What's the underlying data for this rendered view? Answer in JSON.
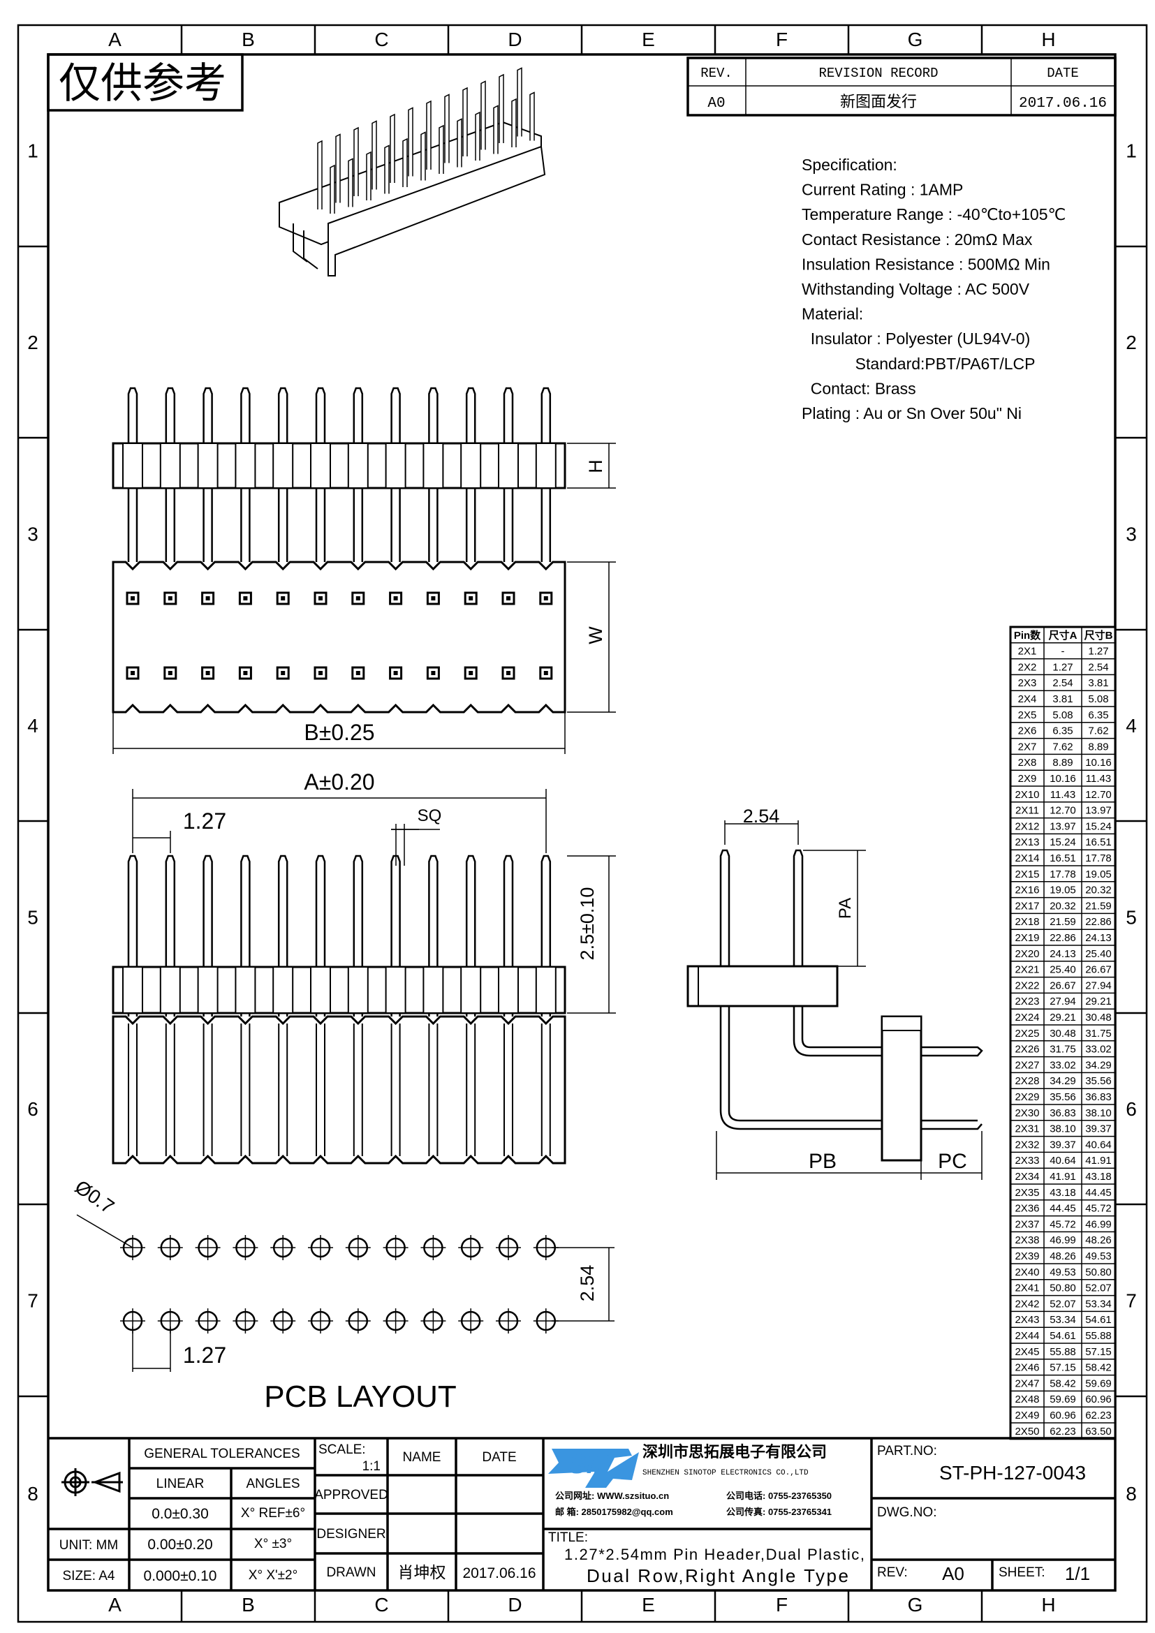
{
  "frame": {
    "columns": [
      "A",
      "B",
      "C",
      "D",
      "E",
      "F",
      "G",
      "H"
    ],
    "rows": [
      "1",
      "2",
      "3",
      "4",
      "5",
      "6",
      "7",
      "8"
    ]
  },
  "watermark": "仅供参考",
  "revision": {
    "headers": {
      "rev": "REV.",
      "record": "REVISION RECORD",
      "date": "DATE"
    },
    "row": {
      "rev": "A0",
      "record": "新图面发行",
      "date": "2017.06.16"
    }
  },
  "specification": [
    "Specification:",
    "Current Rating : 1AMP",
    "Temperature Range : -40℃to+105℃",
    "Contact Resistance : 20mΩ Max",
    "Insulation Resistance : 500MΩ Min",
    "Withstanding Voltage : AC 500V",
    "Material:",
    "  Insulator : Polyester (UL94V-0)",
    "            Standard:PBT/PA6T/LCP",
    "  Contact: Brass",
    "Plating : Au or Sn Over 50u\" Ni"
  ],
  "dimensions": {
    "h": "H",
    "w": "W",
    "b": "B±0.25",
    "a": "A±0.20",
    "pitch_top": "1.27",
    "sq": "SQ",
    "height": "2.5±0.10",
    "side_pitch": "2.54",
    "pa": "PA",
    "pb": "PB",
    "pc": "PC",
    "hole": "Ø0.7",
    "pcb_row": "2.54",
    "pcb_pitch": "1.27",
    "pcb_layout": "PCB LAYOUT"
  },
  "pin_table": {
    "headers": [
      "Pin数",
      "尺寸A",
      "尺寸B"
    ],
    "rows": [
      [
        "2X1",
        "-",
        "1.27"
      ],
      [
        "2X2",
        "1.27",
        "2.54"
      ],
      [
        "2X3",
        "2.54",
        "3.81"
      ],
      [
        "2X4",
        "3.81",
        "5.08"
      ],
      [
        "2X5",
        "5.08",
        "6.35"
      ],
      [
        "2X6",
        "6.35",
        "7.62"
      ],
      [
        "2X7",
        "7.62",
        "8.89"
      ],
      [
        "2X8",
        "8.89",
        "10.16"
      ],
      [
        "2X9",
        "10.16",
        "11.43"
      ],
      [
        "2X10",
        "11.43",
        "12.70"
      ],
      [
        "2X11",
        "12.70",
        "13.97"
      ],
      [
        "2X12",
        "13.97",
        "15.24"
      ],
      [
        "2X13",
        "15.24",
        "16.51"
      ],
      [
        "2X14",
        "16.51",
        "17.78"
      ],
      [
        "2X15",
        "17.78",
        "19.05"
      ],
      [
        "2X16",
        "19.05",
        "20.32"
      ],
      [
        "2X17",
        "20.32",
        "21.59"
      ],
      [
        "2X18",
        "21.59",
        "22.86"
      ],
      [
        "2X19",
        "22.86",
        "24.13"
      ],
      [
        "2X20",
        "24.13",
        "25.40"
      ],
      [
        "2X21",
        "25.40",
        "26.67"
      ],
      [
        "2X22",
        "26.67",
        "27.94"
      ],
      [
        "2X23",
        "27.94",
        "29.21"
      ],
      [
        "2X24",
        "29.21",
        "30.48"
      ],
      [
        "2X25",
        "30.48",
        "31.75"
      ],
      [
        "2X26",
        "31.75",
        "33.02"
      ],
      [
        "2X27",
        "33.02",
        "34.29"
      ],
      [
        "2X28",
        "34.29",
        "35.56"
      ],
      [
        "2X29",
        "35.56",
        "36.83"
      ],
      [
        "2X30",
        "36.83",
        "38.10"
      ],
      [
        "2X31",
        "38.10",
        "39.37"
      ],
      [
        "2X32",
        "39.37",
        "40.64"
      ],
      [
        "2X33",
        "40.64",
        "41.91"
      ],
      [
        "2X34",
        "41.91",
        "43.18"
      ],
      [
        "2X35",
        "43.18",
        "44.45"
      ],
      [
        "2X36",
        "44.45",
        "45.72"
      ],
      [
        "2X37",
        "45.72",
        "46.99"
      ],
      [
        "2X38",
        "46.99",
        "48.26"
      ],
      [
        "2X39",
        "48.26",
        "49.53"
      ],
      [
        "2X40",
        "49.53",
        "50.80"
      ],
      [
        "2X41",
        "50.80",
        "52.07"
      ],
      [
        "2X42",
        "52.07",
        "53.34"
      ],
      [
        "2X43",
        "53.34",
        "54.61"
      ],
      [
        "2X44",
        "54.61",
        "55.88"
      ],
      [
        "2X45",
        "55.88",
        "57.15"
      ],
      [
        "2X46",
        "57.15",
        "58.42"
      ],
      [
        "2X47",
        "58.42",
        "59.69"
      ],
      [
        "2X48",
        "59.69",
        "60.96"
      ],
      [
        "2X49",
        "60.96",
        "62.23"
      ],
      [
        "2X50",
        "62.23",
        "63.50"
      ]
    ]
  },
  "title_block": {
    "general_tolerances": "GENERAL TOLERANCES",
    "linear": "LINEAR",
    "angles": "ANGLES",
    "linear_values": [
      "0.0±0.30",
      "0.00±0.20",
      "0.000±0.10"
    ],
    "angle_values": [
      "X° REF±6°",
      "X° ±3°",
      "X° X'±2°"
    ],
    "unit": "UNIT: MM",
    "size": "SIZE: A4",
    "scale_label": "SCALE:",
    "scale_value": "1:1",
    "name": "NAME",
    "date": "DATE",
    "approved": "APPROVED",
    "designer": "DESIGNER",
    "drawn": "DRAWN",
    "drawn_name": "肖坤权",
    "drawn_date": "2017.06.16",
    "company": {
      "logo": "SIP",
      "name_cn": "深圳市思拓展电子有限公司",
      "name_en": "SHENZHEN SINOTOP ELECTRONICS CO.,LTD",
      "website": "公司网址: WWW.szsituo.cn",
      "email": "邮    箱: 2850175982@qq.com",
      "phone": "公司电话: 0755-23765350",
      "fax": "公司传真: 0755-23765341",
      "brand_color": "#3a95e0"
    },
    "title_label": "TITLE:",
    "title_line1": "1.27*2.54mm Pin Header,Dual Plastic,",
    "title_line2": "Dual Row,Right Angle Type",
    "part_no_label": "PART.NO:",
    "part_no": "ST-PH-127-0043",
    "dwg_no_label": "DWG.NO:",
    "rev_label": "REV:",
    "rev": "A0",
    "sheet_label": "SHEET:",
    "sheet": "1/1"
  }
}
